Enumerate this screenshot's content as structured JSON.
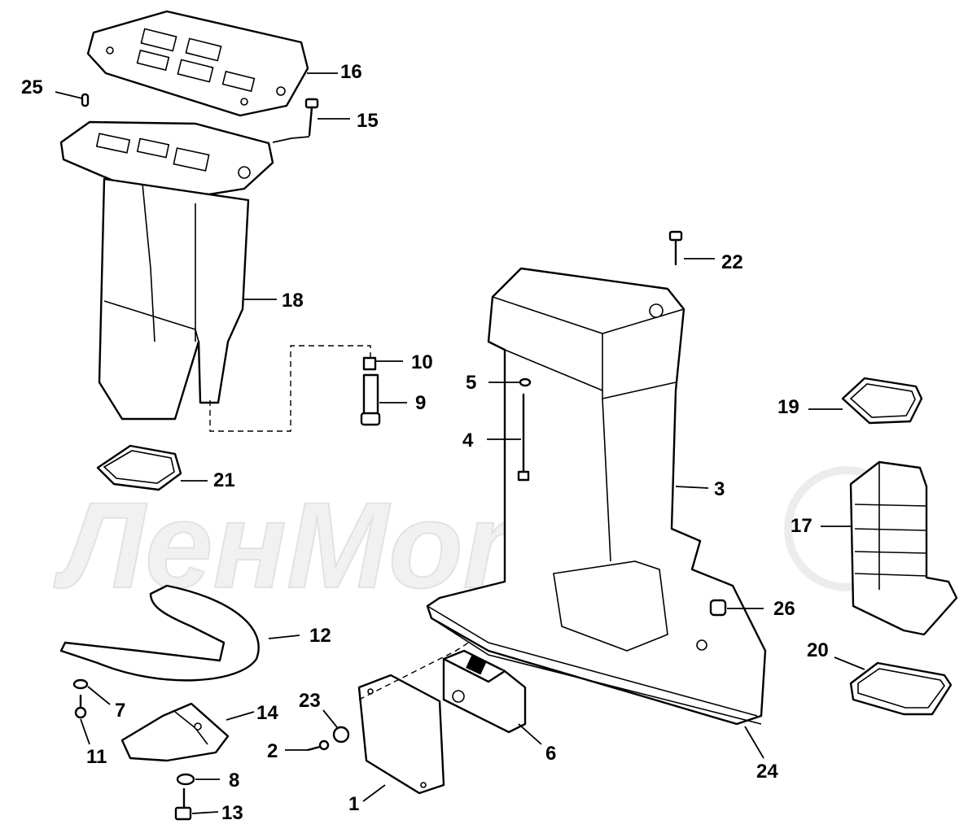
{
  "watermark": {
    "text": "ЛенМото"
  },
  "callouts": {
    "c1": "1",
    "c2": "2",
    "c3": "3",
    "c4": "4",
    "c5": "5",
    "c6": "6",
    "c7": "7",
    "c8": "8",
    "c9": "9",
    "c10": "10",
    "c11": "11",
    "c12": "12",
    "c13": "13",
    "c14": "14",
    "c15": "15",
    "c16": "16",
    "c17": "17",
    "c18": "18",
    "c19": "19",
    "c20": "20",
    "c21": "21",
    "c22": "22",
    "c23": "23",
    "c24": "24",
    "c25": "25",
    "c26": "26"
  }
}
